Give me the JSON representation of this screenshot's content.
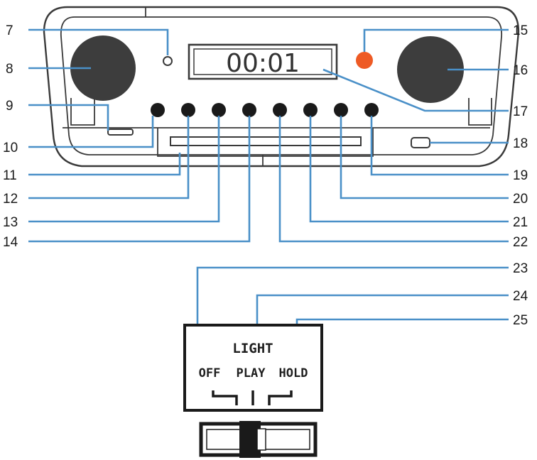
{
  "display": {
    "time": "00:01"
  },
  "switch_panel": {
    "title": "LIGHT",
    "positions": [
      "OFF",
      "PLAY",
      "HOLD"
    ]
  },
  "callouts": {
    "n7": "7",
    "n8": "8",
    "n9": "9",
    "n10": "10",
    "n11": "11",
    "n12": "12",
    "n13": "13",
    "n14": "14",
    "n15": "15",
    "n16": "16",
    "n17": "17",
    "n18": "18",
    "n19": "19",
    "n20": "20",
    "n21": "21",
    "n22": "22",
    "n23": "23",
    "n24": "24",
    "n25": "25"
  },
  "colors": {
    "indicator_led": "#ee5a24",
    "leader_lines": "#4a90c8",
    "speaker": "#3d3d3d"
  }
}
